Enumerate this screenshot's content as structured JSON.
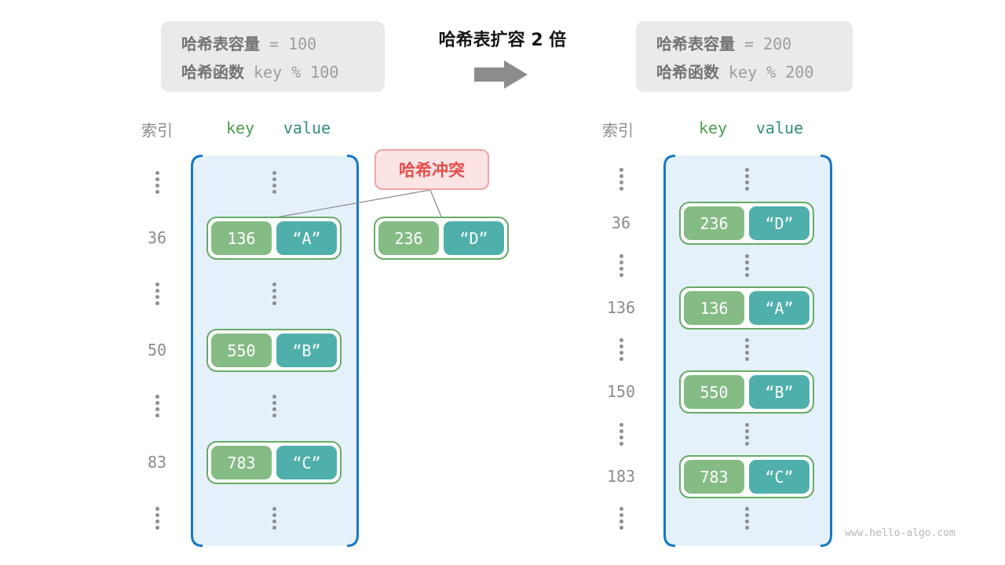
{
  "palette": {
    "key_green": "#85bc85",
    "value_teal": "#4fb0ab",
    "pill_border_green": "#67ab67",
    "bucket_fill": "#e4f0fa",
    "bucket_border": "#1778c8",
    "collision_text": "#e74c4c",
    "collision_fill": "#fce4e4",
    "collision_border": "#f2a3a3",
    "info_box_fill": "#eaeaea",
    "gray_text": "#8c8c8c",
    "arrow_gray": "#8c8c8c"
  },
  "left_info": {
    "capacity_label": "哈希表容量",
    "capacity_value": "= 100",
    "hash_label": "哈希函数",
    "hash_value": "key % 100"
  },
  "center": {
    "title": "哈希表扩容 2 倍",
    "arrow_icon": "right-block-arrow"
  },
  "right_info": {
    "capacity_label": "哈希表容量",
    "capacity_value": "= 200",
    "hash_label": "哈希函数",
    "hash_value": "key % 200"
  },
  "collision": {
    "label": "哈希冲突",
    "entry": {
      "key": "236",
      "value": "“D”"
    }
  },
  "left_table": {
    "headers": {
      "index": "索引",
      "key": "key",
      "value": "value"
    },
    "rows": [
      {
        "kind": "dots"
      },
      {
        "kind": "entry",
        "index": "36",
        "key": "136",
        "value": "“A”"
      },
      {
        "kind": "dots"
      },
      {
        "kind": "entry",
        "index": "50",
        "key": "550",
        "value": "“B”"
      },
      {
        "kind": "dots"
      },
      {
        "kind": "entry",
        "index": "83",
        "key": "783",
        "value": "“C”"
      },
      {
        "kind": "dots"
      }
    ]
  },
  "right_table": {
    "headers": {
      "index": "索引",
      "key": "key",
      "value": "value"
    },
    "rows": [
      {
        "kind": "dots"
      },
      {
        "kind": "entry",
        "index": "36",
        "key": "236",
        "value": "“D”"
      },
      {
        "kind": "dots"
      },
      {
        "kind": "entry",
        "index": "136",
        "key": "136",
        "value": "“A”"
      },
      {
        "kind": "dots"
      },
      {
        "kind": "entry",
        "index": "150",
        "key": "550",
        "value": "“B”"
      },
      {
        "kind": "dots"
      },
      {
        "kind": "entry",
        "index": "183",
        "key": "783",
        "value": "“C”"
      },
      {
        "kind": "dots"
      }
    ]
  },
  "watermark": "www.hello-algo.com"
}
